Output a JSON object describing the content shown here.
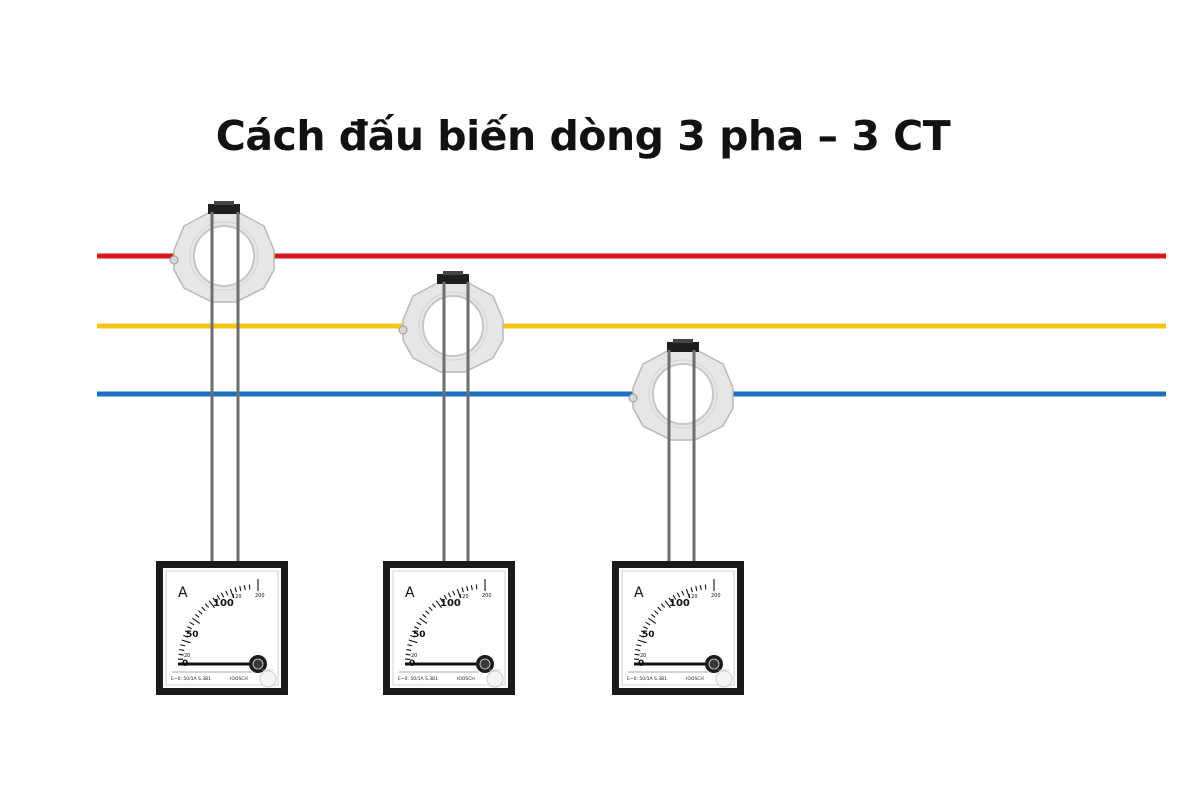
{
  "title": "Cách đấu biến dòng 3 pha – 3 CT",
  "phase_colors": {
    "line_1": "#e0141b",
    "line_2": "#f8c41a",
    "line_3": "#1a6fc1"
  },
  "lead_wire_color": "#6e6e6e",
  "current_transformer": {
    "icon": "ring-current-transformer-icon"
  },
  "ammeter": {
    "unit": "A",
    "scale_labels": {
      "zero": "0",
      "twenty": "20",
      "fifty": "50",
      "hundred": "100",
      "onetwenty": "120",
      "twohundred": "200"
    },
    "spec_text": "E~0: 50/1A  S.3B1",
    "brand": "IOOSCH",
    "zero_knob_icon": "zero-adjust-knob-icon"
  }
}
